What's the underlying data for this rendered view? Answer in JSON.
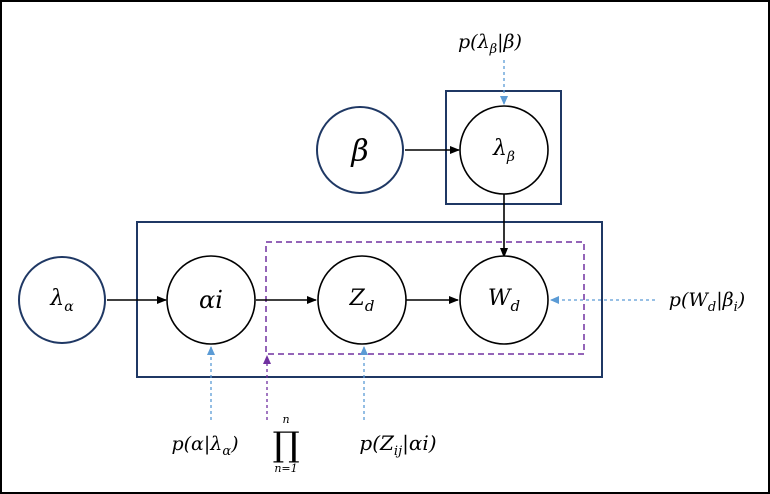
{
  "nodes": {
    "beta": {
      "label": "β"
    },
    "lambda_beta": {
      "label": "λ",
      "sub": "β"
    },
    "lambda_alpha": {
      "label": "λ",
      "sub": "α"
    },
    "alpha_i": {
      "label": "αi"
    },
    "z_d": {
      "label": "Z",
      "sub": "d"
    },
    "w_d": {
      "label": "W",
      "sub": "d"
    }
  },
  "annotations": {
    "p_lambda_beta": {
      "pre": "p(λ",
      "sub": "β",
      "post": "|β)"
    },
    "p_alpha": {
      "pre": "p(α|λ",
      "sub": "α",
      "post": ")"
    },
    "p_z": {
      "pre": "p(Z",
      "sub": "ij",
      "post": "|αi)"
    },
    "p_w": {
      "pre": "p(W",
      "sub": "d",
      "post": "|β",
      "sub2": "i",
      "post2": ")"
    },
    "product": {
      "upper": "n",
      "symbol": "∏",
      "lower": "n=1"
    }
  },
  "colors": {
    "node_border": "#1f3864",
    "plate_border": "#1f3864",
    "inner_plate": "#7030a0",
    "annotation_arrow": "#5b9bd5",
    "edge": "#000000"
  }
}
